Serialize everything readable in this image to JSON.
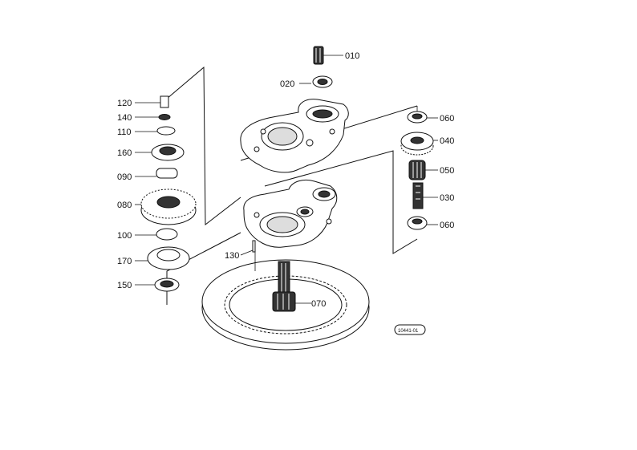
{
  "diagram": {
    "drawing_ref": "10441-01",
    "callouts": [
      {
        "id": "c010",
        "label": "010"
      },
      {
        "id": "c020",
        "label": "020"
      },
      {
        "id": "c120",
        "label": "120"
      },
      {
        "id": "c140",
        "label": "140"
      },
      {
        "id": "c110",
        "label": "110"
      },
      {
        "id": "c160",
        "label": "160"
      },
      {
        "id": "c090",
        "label": "090"
      },
      {
        "id": "c080",
        "label": "080"
      },
      {
        "id": "c100",
        "label": "100"
      },
      {
        "id": "c170",
        "label": "170"
      },
      {
        "id": "c150",
        "label": "150"
      },
      {
        "id": "c130",
        "label": "130"
      },
      {
        "id": "c070",
        "label": "070"
      },
      {
        "id": "c060a",
        "label": "060"
      },
      {
        "id": "c040",
        "label": "040"
      },
      {
        "id": "c050",
        "label": "050"
      },
      {
        "id": "c030",
        "label": "030"
      },
      {
        "id": "c060b",
        "label": "060"
      }
    ]
  }
}
